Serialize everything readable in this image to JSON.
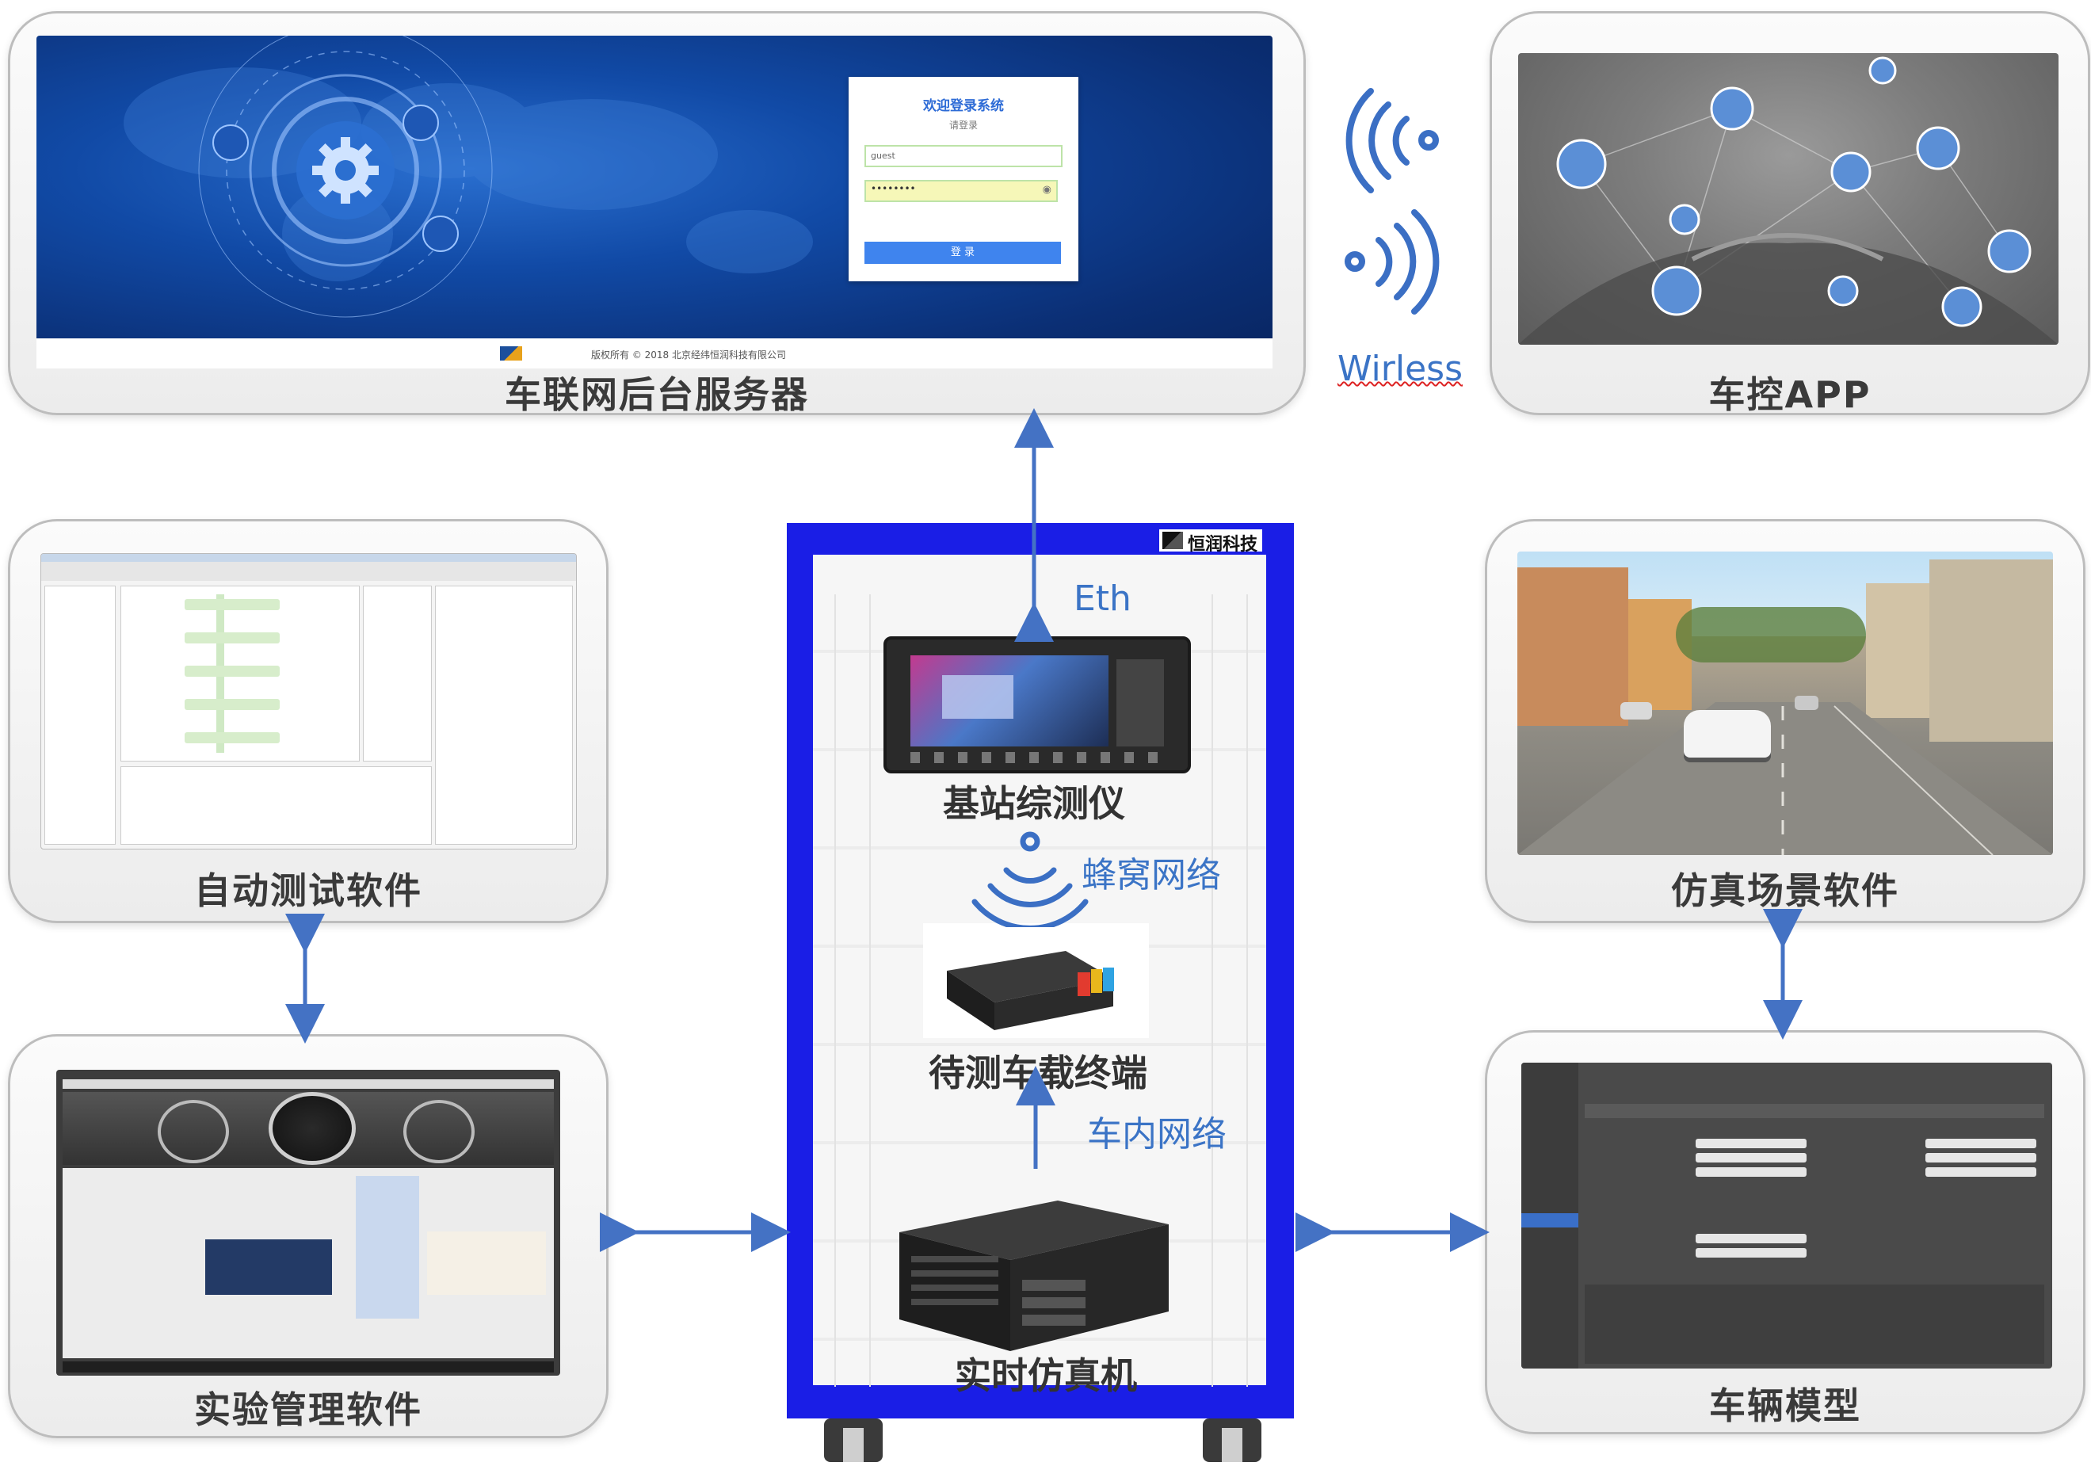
{
  "panels": {
    "server": {
      "caption": "车联网后台服务器"
    },
    "app": {
      "caption": "车控APP"
    },
    "auto_test": {
      "caption": "自动测试软件"
    },
    "sim_scene": {
      "caption": "仿真场景软件"
    },
    "exp_mgmt": {
      "caption": "实验管理软件"
    },
    "vehicle_model": {
      "caption": "车辆模型"
    }
  },
  "login": {
    "title": "欢迎登录系统",
    "subtitle": "请登录",
    "username": "guest",
    "password": "••••••••",
    "button": "登 录",
    "footer": "版权所有 © 2018 北京经纬恒润科技有限公司"
  },
  "labels": {
    "wireless": "Wirless",
    "eth": "Eth",
    "cellular": "蜂窝网络",
    "in_vehicle": "车内网络"
  },
  "cabinet": {
    "brand": "恒润科技",
    "devices": {
      "base_station": "基站综测仪",
      "terminal": "待测车载终端",
      "simulator": "实时仿真机"
    }
  },
  "colors": {
    "arrow": "#4472c4",
    "cabinet_blue": "#1a1ee6",
    "server_bg": "#0f3f93",
    "label_blue": "#3b74c6"
  }
}
